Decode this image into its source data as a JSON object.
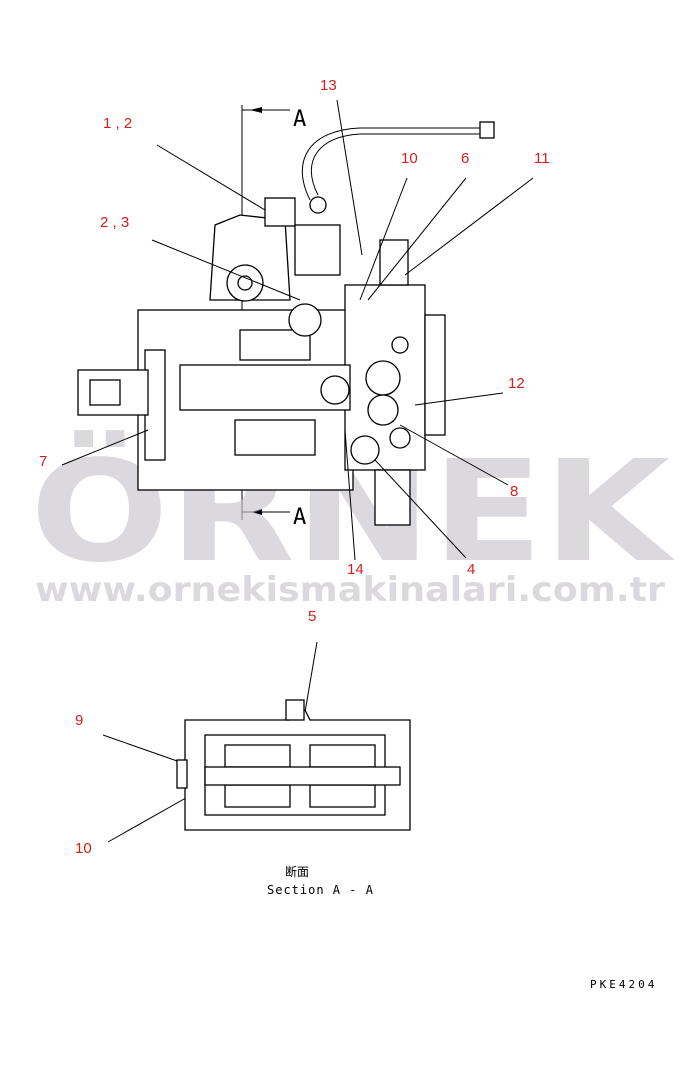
{
  "callouts": {
    "c1_2": "1 , 2",
    "c2_3": "2 , 3",
    "c13": "13",
    "c10_top": "10",
    "c6": "6",
    "c11": "11",
    "c12": "12",
    "c7": "7",
    "c8": "8",
    "c14": "14",
    "c4": "4",
    "c5": "5",
    "c9": "9",
    "c10_bottom": "10"
  },
  "section_markers": {
    "top": "A",
    "bottom": "A"
  },
  "section_caption": {
    "japanese": "断面",
    "english": "Section A - A"
  },
  "drawing_code": "PKE4204",
  "watermark": {
    "brand": "ÖRNEK",
    "url": "www.ornekismakinalari.com.tr"
  },
  "colors": {
    "callout": "#d42020",
    "watermark": "#c9c6cc"
  }
}
